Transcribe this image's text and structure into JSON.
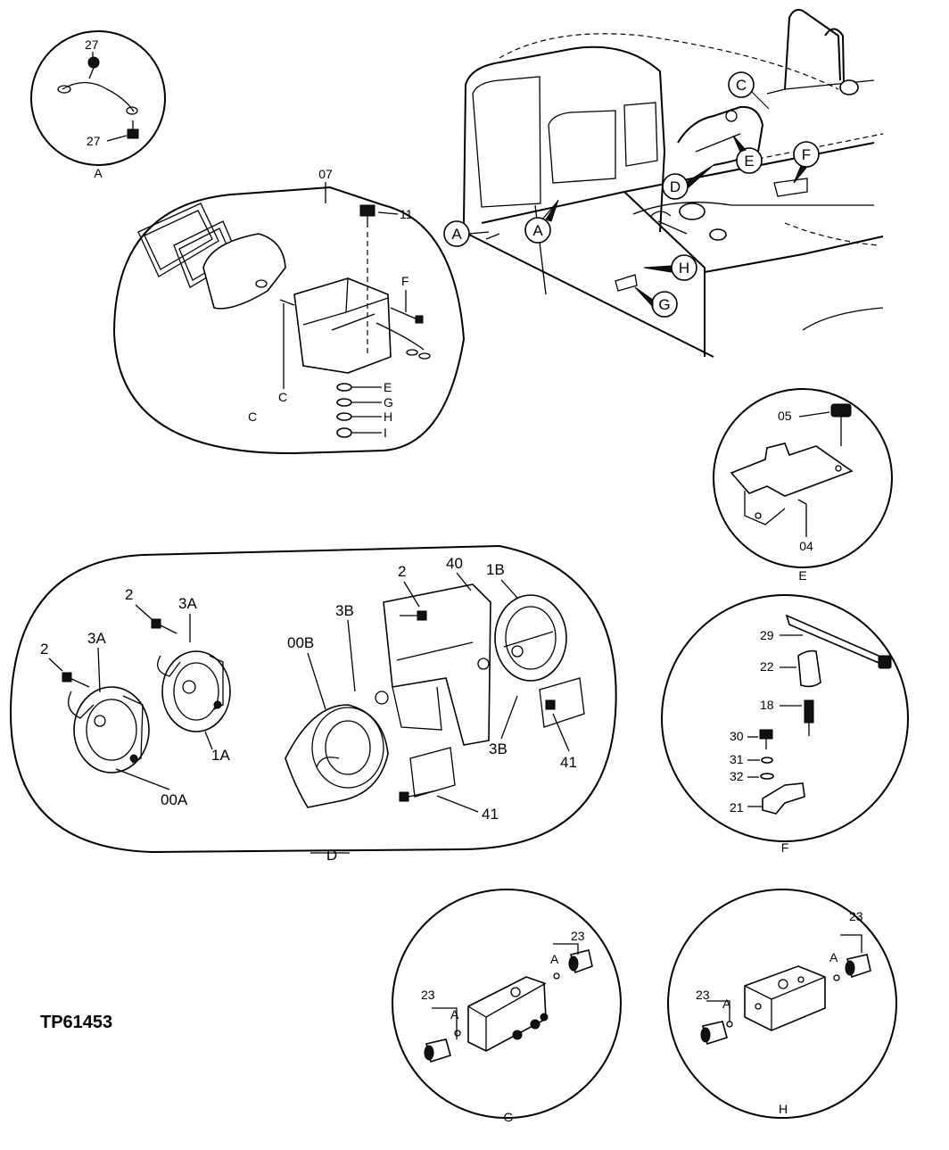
{
  "figure_id": "TP61453",
  "callouts": [
    "A",
    "C",
    "D",
    "E",
    "F",
    "G",
    "H"
  ],
  "detail_A": {
    "caption": "A",
    "parts": [
      "27",
      "27"
    ]
  },
  "detail_C": {
    "caption": "C",
    "parts": [
      "07",
      "11",
      "F",
      "C",
      "E",
      "G",
      "H",
      "I"
    ]
  },
  "detail_E": {
    "caption": "E",
    "parts": [
      "05",
      "04"
    ]
  },
  "detail_D": {
    "caption": "D",
    "parts": [
      "2",
      "3A",
      "2",
      "3A",
      "1A",
      "00A",
      "3B",
      "00B",
      "2",
      "40",
      "1B",
      "3B",
      "41",
      "41"
    ]
  },
  "detail_F": {
    "caption": "F",
    "parts": [
      "29",
      "22",
      "18",
      "30",
      "31",
      "32",
      "21"
    ]
  },
  "detail_G": {
    "caption": "G",
    "parts": [
      "23",
      "A",
      "23",
      "A"
    ]
  },
  "detail_H": {
    "caption": "H",
    "parts": [
      "23",
      "A",
      "23",
      "A"
    ]
  }
}
